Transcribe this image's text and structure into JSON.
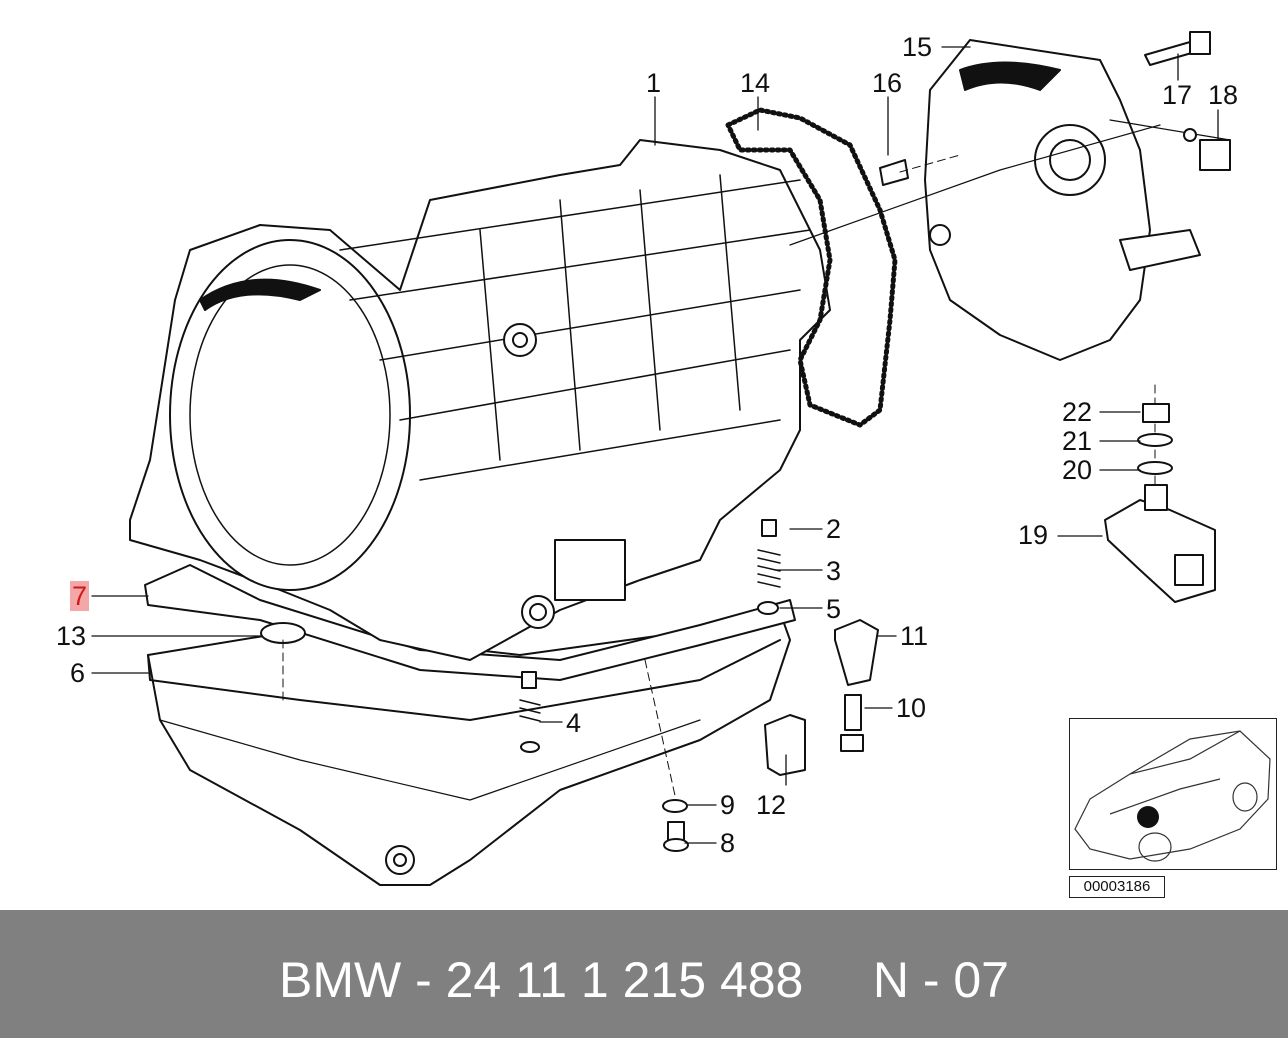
{
  "callouts": {
    "c1": "1",
    "c2": "2",
    "c3": "3",
    "c4": "4",
    "c5": "5",
    "c6": "6",
    "c7": "7",
    "c8": "8",
    "c9": "9",
    "c10": "10",
    "c11": "11",
    "c12": "12",
    "c13": "13",
    "c14": "14",
    "c15": "15",
    "c16": "16",
    "c17": "17",
    "c18": "18",
    "c19": "19",
    "c20": "20",
    "c21": "21",
    "c22": "22"
  },
  "highlighted_callout": "7",
  "highlight_color": "#f4a7a7",
  "highlight_text_color": "#d01818",
  "diagram_code": "00003186",
  "footer": {
    "text": "BMW - 24 11 1 215 488     N - 07",
    "background": "#808080"
  }
}
